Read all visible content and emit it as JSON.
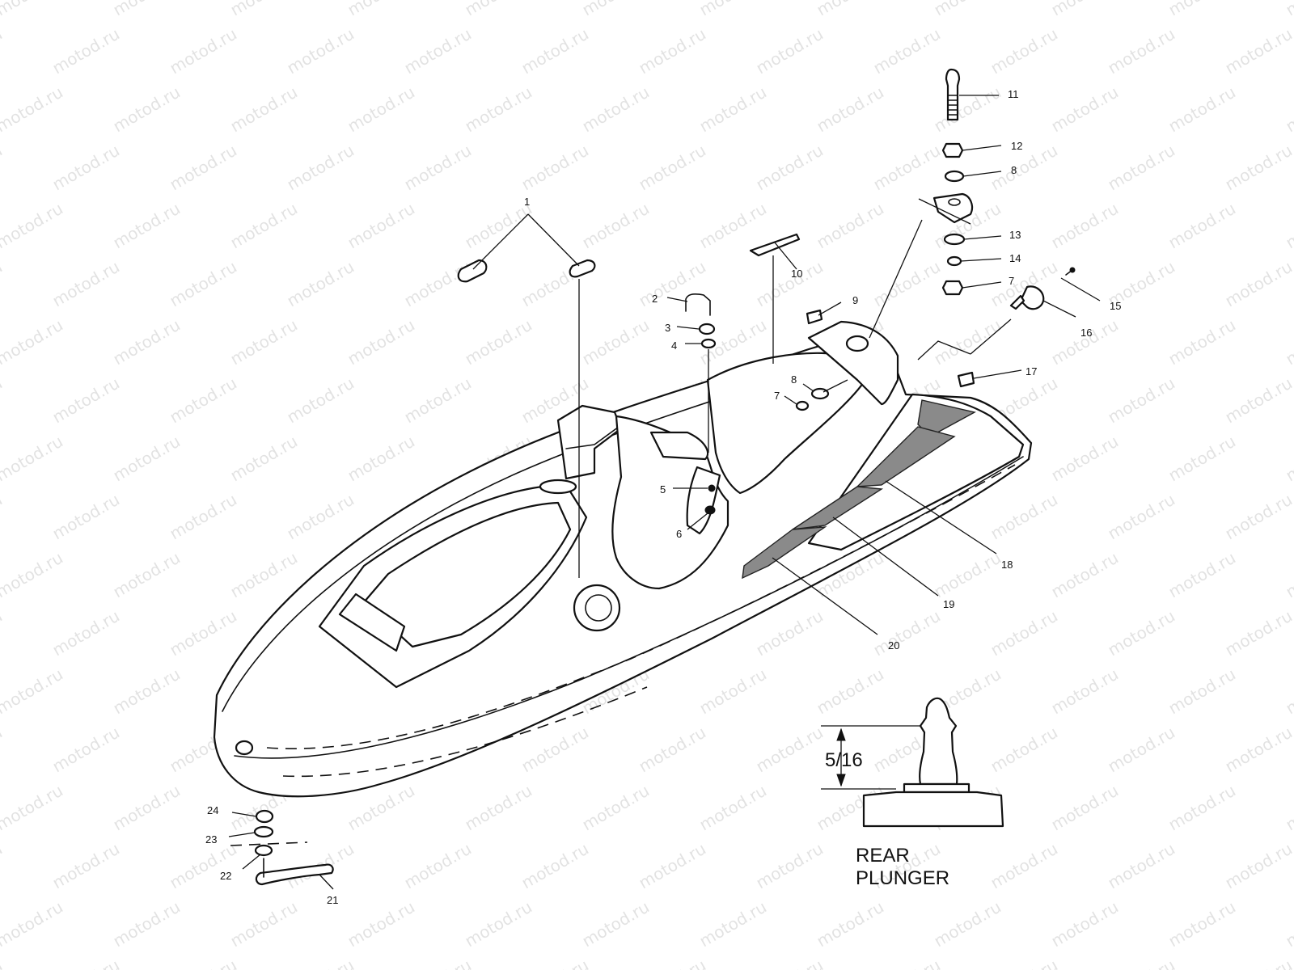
{
  "watermark": "motod.ru",
  "callouts": {
    "c1": "1",
    "c2": "2",
    "c3": "3",
    "c4": "4",
    "c5": "5",
    "c6": "6",
    "c7a": "7",
    "c7b": "7",
    "c8a": "8",
    "c8b": "8",
    "c9": "9",
    "c10": "10",
    "c11": "11",
    "c12": "12",
    "c13": "13",
    "c14": "14",
    "c15": "15",
    "c16": "16",
    "c17": "17",
    "c18": "18",
    "c19": "19",
    "c20": "20",
    "c21": "21",
    "c22": "22",
    "c23": "23",
    "c24": "24"
  },
  "detail": {
    "dimension": "5/16",
    "title_line1": "REAR",
    "title_line2": "PLUNGER"
  }
}
